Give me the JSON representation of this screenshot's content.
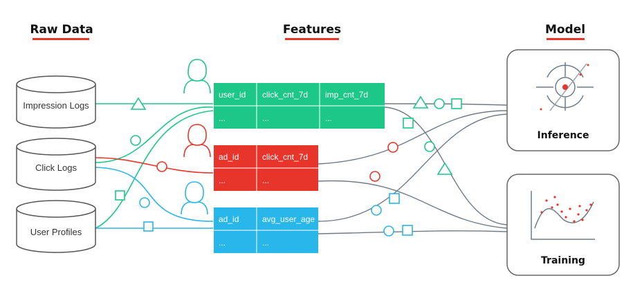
{
  "headers": {
    "raw_data": "Raw Data",
    "features": "Features",
    "model": "Model"
  },
  "sources": [
    {
      "label": "Impression Logs"
    },
    {
      "label": "Click Logs"
    },
    {
      "label": "User Profiles"
    }
  ],
  "tables": [
    {
      "color": "#1dc787",
      "row1": [
        "user_id",
        "click_cnt_7d",
        "imp_cnt_7d"
      ],
      "row2": [
        "...",
        "...",
        "..."
      ]
    },
    {
      "color": "#e8352b",
      "row1": [
        "ad_id",
        "click_cnt_7d"
      ],
      "row2": [
        "...",
        "..."
      ]
    },
    {
      "color": "#29b6e8",
      "row1": [
        "ad_id",
        "avg_user_age"
      ],
      "row2": [
        "...",
        "..."
      ]
    }
  ],
  "models": [
    {
      "label": "Inference",
      "icon": "target-icon"
    },
    {
      "label": "Training",
      "icon": "scatter-plot-icon"
    }
  ],
  "colors": {
    "green": "#1dc787",
    "red": "#e8352b",
    "blue": "#29b6e8",
    "gray": "#6e7b86",
    "underline": "#e8352b"
  }
}
